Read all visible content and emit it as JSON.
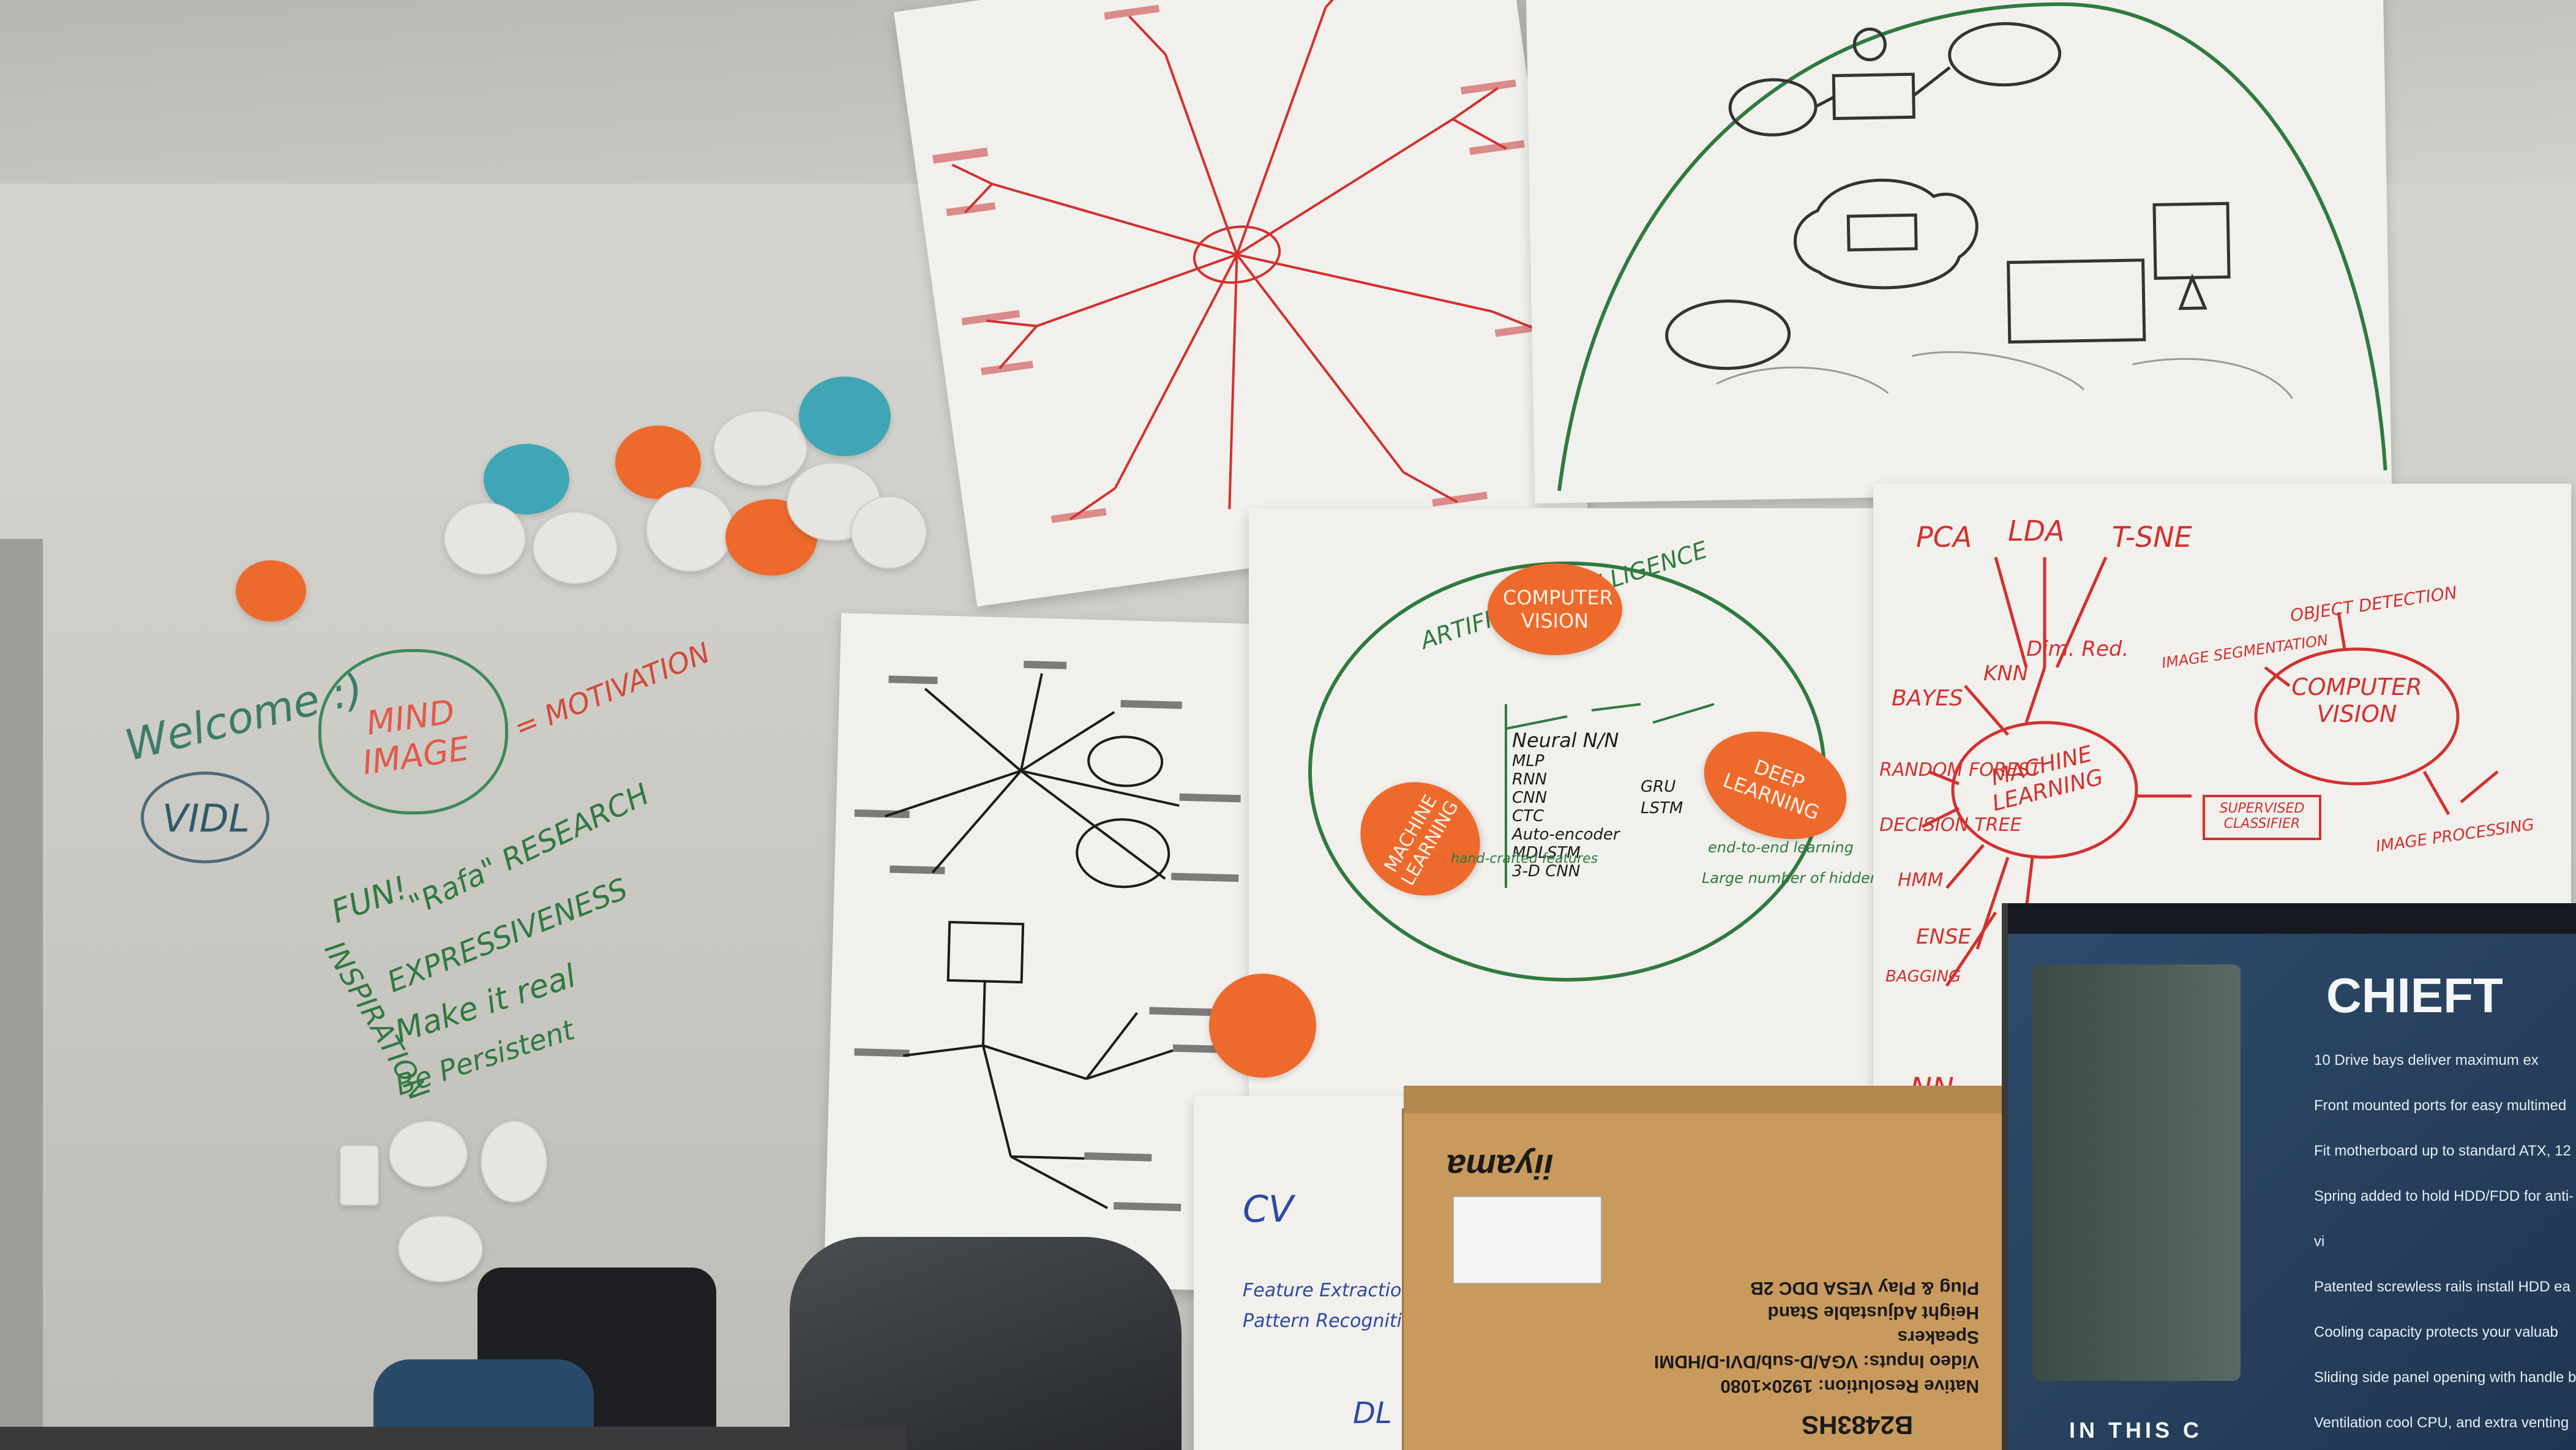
{
  "wall": {
    "welcome": {
      "line1": "Welcome :)",
      "line2": "VIDL"
    },
    "mind_image": {
      "cloud_text": "MIND IMAGE",
      "arrow_text": "= MOTIVATION"
    },
    "keywords": [
      "FUN!",
      "\"Rafa\" RESEARCH",
      "EXPRESSIVENESS",
      "INSPIRATION",
      "Make it real",
      "Be Persistent"
    ]
  },
  "ai_chart": {
    "arc_title": "ARTIFICIAL INTELLIGENCE",
    "computer_vision": "COMPUTER VISION",
    "machine_learning": "MACHINE LEARNING",
    "deep_learning": "DEEP LEARNING",
    "neural_list": [
      "Neural N/N",
      "MLP",
      "RNN",
      "CNN",
      "CTC",
      "Auto-encoder",
      "MDLSTM",
      "3-D CNN"
    ],
    "side_list": [
      "GRU",
      "LSTM"
    ],
    "dl_notes": [
      "end-to-end learning",
      "Large number of hidden layers"
    ],
    "ml_notes": [
      "hand-crafted features"
    ]
  },
  "ml_chart": {
    "top": [
      "PCA",
      "LDA",
      "T-SNE"
    ],
    "dim_red": "Dim. Red.",
    "labels": [
      "KNN",
      "BAYES",
      "RANDOM FOREST",
      "DECISION TREE",
      "HMM",
      "ENSE",
      "BAGGING"
    ],
    "center_ml": "MACHINE LEARNING",
    "center_cv": "COMPUTER VISION",
    "cv_labels": [
      "OBJECT DETECTION",
      "IMAGE SEGMENTATION",
      "IMAGE PROCESSING"
    ],
    "supervised": "SUPERVISED CLASSIFIER",
    "nn": "NN"
  },
  "cv_sheet": {
    "title": "CV",
    "items": [
      "Feature Extraction",
      "Pattern Recognition"
    ],
    "footer": "DL"
  },
  "boxes": {
    "monitor": {
      "brand": "iiyama",
      "specs": [
        "Native Resolution: 1920×1080",
        "Video Inputs: VGA/D-sub/DVI-D/HDMI",
        "Speakers",
        "Height Adjustable Stand",
        "Plug & Play VESA DDC 2B"
      ],
      "model": "B2483HS"
    },
    "case": {
      "brand": "CHIEFT",
      "features": [
        "10 Drive bays deliver maximum ex",
        "Front mounted ports for easy multimed",
        "Fit motherboard up to standard ATX, 12",
        "Spring added to hold HDD/FDD for anti-vi",
        "Patented screwless rails install HDD ea",
        "Cooling capacity protects your valuab",
        "Sliding side panel opening with handle b",
        "Ventilation cool CPU, and extra venting for gra"
      ],
      "bottom": "IN THIS C"
    }
  },
  "colors": {
    "orange": "#ee6a2c",
    "teal": "#3fa6b6",
    "marker_red": "#d2312f",
    "marker_green": "#2f7a3f",
    "marker_black": "#1c1c1c"
  }
}
